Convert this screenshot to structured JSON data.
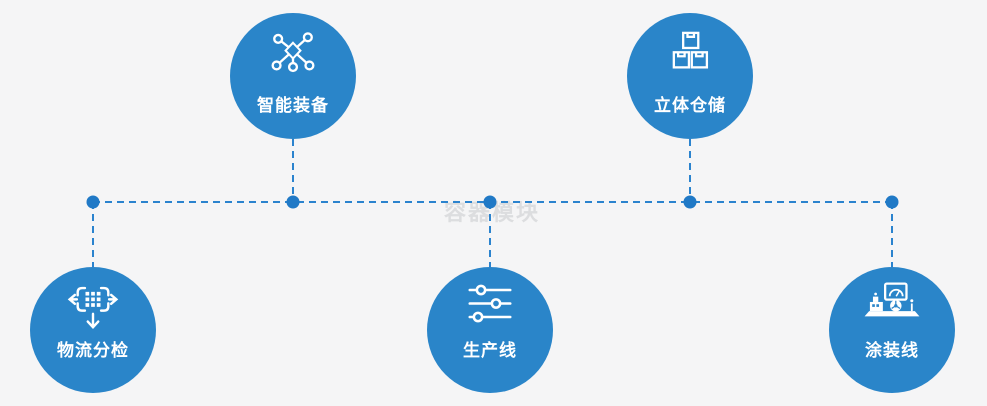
{
  "watermark": {
    "text": "容器模块"
  },
  "colors": {
    "background": "#f5f5f6",
    "circle_blue": "#2a85c9",
    "connector_blue": "#2b83ce",
    "connector_dot_blue": "#2079c6",
    "label_white": "#ffffff",
    "watermark_gray": "#dcdddf"
  },
  "nodes": [
    {
      "label": "智能装备",
      "icon": "network-nodes-icon"
    },
    {
      "label": "立体仓储",
      "icon": "stacked-boxes-icon"
    },
    {
      "label": "物流分检",
      "icon": "sorting-arrows-icon"
    },
    {
      "label": "生产线",
      "icon": "sliders-icon"
    },
    {
      "label": "涂装线",
      "icon": "paint-machine-icon"
    }
  ]
}
